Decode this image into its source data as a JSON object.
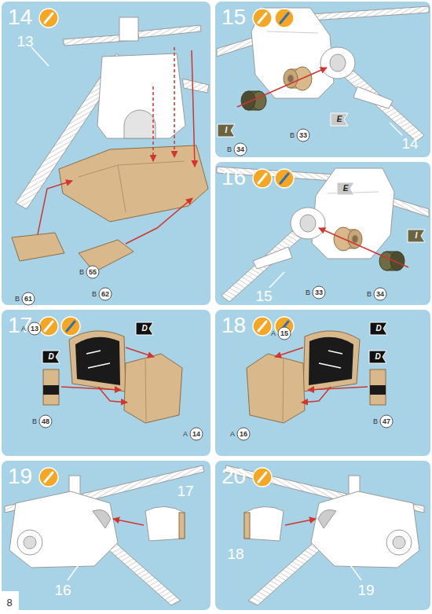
{
  "diagram": {
    "nodes": [
      {
        "text": [
          "14"
        ]
      },
      {
        "text": [
          "15"
        ]
      },
      {
        "text": [
          "16"
        ]
      },
      {
        "text": [
          "17"
        ]
      },
      {
        "text": [
          "18"
        ]
      },
      {
        "text": [
          "19"
        ]
      },
      {
        "text": [
          "20"
        ]
      }
    ],
    "labels": [
      "13",
      "B",
      "55",
      "B",
      "61",
      "B",
      "62",
      "14",
      "E",
      "I",
      "B",
      "34",
      "B",
      "33",
      "15",
      "E",
      "I",
      "B",
      "33",
      "B",
      "34",
      "D",
      "A",
      "13",
      "D",
      "B",
      "48",
      "A",
      "14",
      "A",
      "15",
      "D",
      "D",
      "B",
      "47",
      "A",
      "16",
      "17",
      "16",
      "18",
      "19",
      "8"
    ]
  }
}
